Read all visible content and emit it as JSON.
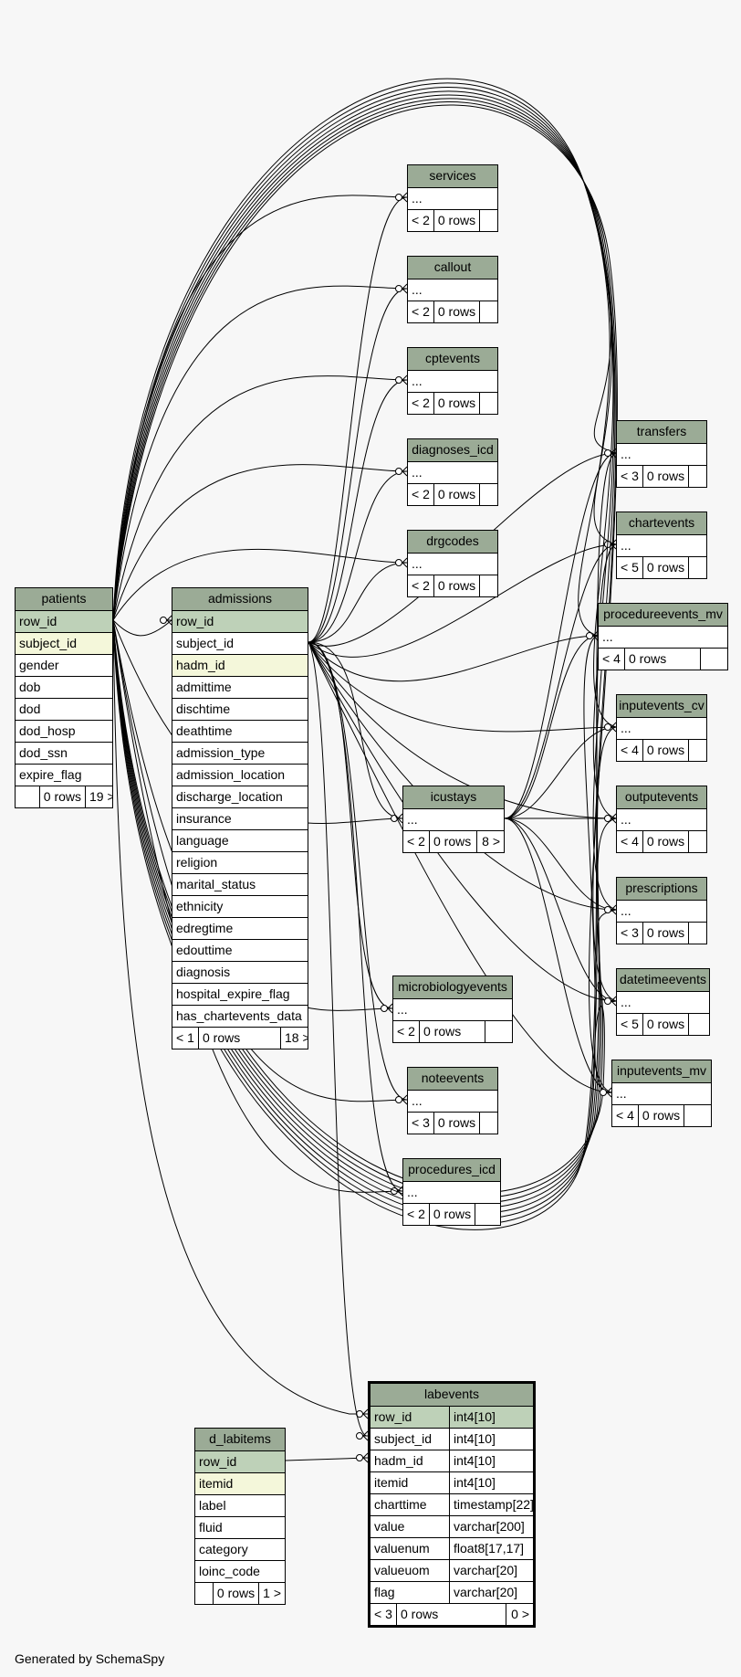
{
  "credit": "Generated by SchemaSpy",
  "colors": {
    "header": "#9bab96",
    "primary_key": "#bed1b8",
    "foreign_key": "#f4f7da",
    "background": "#f7f7f7"
  },
  "tables": {
    "services": {
      "title": "services",
      "rows": [
        "..."
      ],
      "footer": [
        "< 2",
        "0 rows",
        ""
      ]
    },
    "callout": {
      "title": "callout",
      "rows": [
        "..."
      ],
      "footer": [
        "< 2",
        "0 rows",
        ""
      ]
    },
    "cptevents": {
      "title": "cptevents",
      "rows": [
        "..."
      ],
      "footer": [
        "< 2",
        "0 rows",
        ""
      ]
    },
    "diagnoses_icd": {
      "title": "diagnoses_icd",
      "rows": [
        "..."
      ],
      "footer": [
        "< 2",
        "0 rows",
        ""
      ]
    },
    "drgcodes": {
      "title": "drgcodes",
      "rows": [
        "..."
      ],
      "footer": [
        "< 2",
        "0 rows",
        ""
      ]
    },
    "transfers": {
      "title": "transfers",
      "rows": [
        "..."
      ],
      "footer": [
        "< 3",
        "0 rows",
        ""
      ]
    },
    "chartevents": {
      "title": "chartevents",
      "rows": [
        "..."
      ],
      "footer": [
        "< 5",
        "0 rows",
        ""
      ]
    },
    "procedureevents_mv": {
      "title": "procedureevents_mv",
      "rows": [
        "..."
      ],
      "footer": [
        "< 4",
        "0 rows",
        ""
      ]
    },
    "inputevents_cv": {
      "title": "inputevents_cv",
      "rows": [
        "..."
      ],
      "footer": [
        "< 4",
        "0 rows",
        ""
      ]
    },
    "outputevents": {
      "title": "outputevents",
      "rows": [
        "..."
      ],
      "footer": [
        "< 4",
        "0 rows",
        ""
      ]
    },
    "prescriptions": {
      "title": "prescriptions",
      "rows": [
        "..."
      ],
      "footer": [
        "< 3",
        "0 rows",
        ""
      ]
    },
    "datetimeevents": {
      "title": "datetimeevents",
      "rows": [
        "..."
      ],
      "footer": [
        "< 5",
        "0 rows",
        ""
      ]
    },
    "inputevents_mv": {
      "title": "inputevents_mv",
      "rows": [
        "..."
      ],
      "footer": [
        "< 4",
        "0 rows",
        ""
      ]
    },
    "icustays": {
      "title": "icustays",
      "rows": [
        "..."
      ],
      "footer": [
        "< 2",
        "0 rows",
        "8 >"
      ]
    },
    "microbiologyevents": {
      "title": "microbiologyevents",
      "rows": [
        "..."
      ],
      "footer": [
        "< 2",
        "0 rows",
        ""
      ]
    },
    "noteevents": {
      "title": "noteevents",
      "rows": [
        "..."
      ],
      "footer": [
        "< 3",
        "0 rows",
        ""
      ]
    },
    "procedures_icd": {
      "title": "procedures_icd",
      "rows": [
        "..."
      ],
      "footer": [
        "< 2",
        "0 rows",
        ""
      ]
    },
    "patients": {
      "title": "patients",
      "rows": [
        "row_id",
        "subject_id",
        "gender",
        "dob",
        "dod",
        "dod_hosp",
        "dod_ssn",
        "expire_flag"
      ],
      "footer": [
        "",
        "0 rows",
        "19 >"
      ]
    },
    "admissions": {
      "title": "admissions",
      "rows": [
        "row_id",
        "subject_id",
        "hadm_id",
        "admittime",
        "dischtime",
        "deathtime",
        "admission_type",
        "admission_location",
        "discharge_location",
        "insurance",
        "language",
        "religion",
        "marital_status",
        "ethnicity",
        "edregtime",
        "edouttime",
        "diagnosis",
        "hospital_expire_flag",
        "has_chartevents_data"
      ],
      "footer": [
        "< 1",
        "0 rows",
        "18 >"
      ]
    },
    "d_labitems": {
      "title": "d_labitems",
      "rows": [
        "row_id",
        "itemid",
        "label",
        "fluid",
        "category",
        "loinc_code"
      ],
      "footer": [
        "",
        "0 rows",
        "1 >"
      ]
    },
    "labevents": {
      "title": "labevents",
      "rows": [
        "row_id",
        "subject_id",
        "hadm_id",
        "itemid",
        "charttime",
        "value",
        "valuenum",
        "valueuom",
        "flag"
      ],
      "types": [
        "int4[10]",
        "int4[10]",
        "int4[10]",
        "int4[10]",
        "timestamp[22]",
        "varchar[200]",
        "float8[17,17]",
        "varchar[20]",
        "varchar[20]"
      ],
      "footer": [
        "< 3",
        "0 rows",
        "0 >"
      ]
    }
  }
}
